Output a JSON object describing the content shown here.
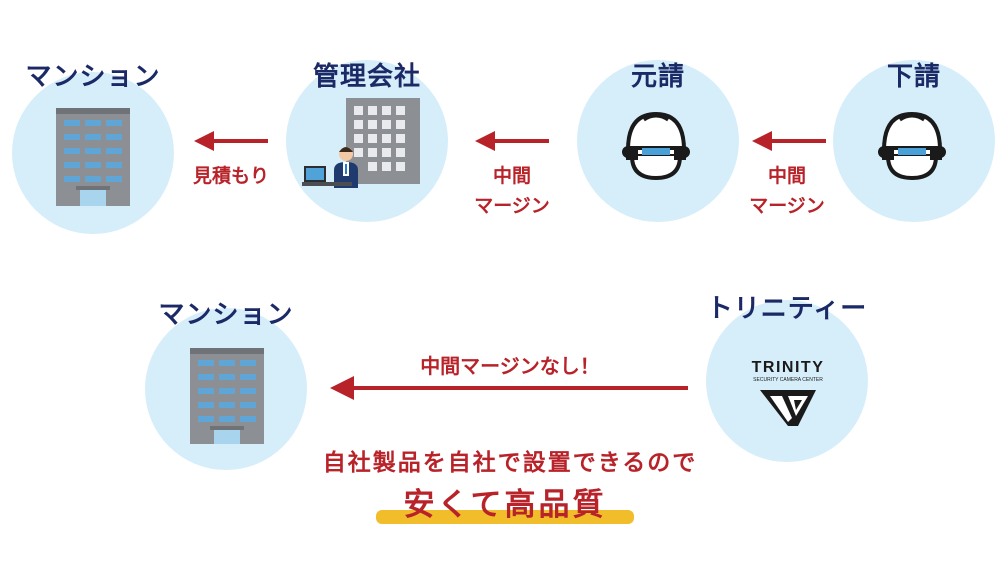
{
  "top_row": {
    "mansion": "マンション",
    "mgmt": "管理会社",
    "prime": "元請",
    "sub": "下請",
    "label_estimate": "見積もり",
    "label_margin1_l1": "中間",
    "label_margin1_l2": "マージン",
    "label_margin2_l1": "中間",
    "label_margin2_l2": "マージン"
  },
  "bottom_row": {
    "mansion": "マンション",
    "trinity": "トリニティー",
    "no_margin": "中間マージンなし！",
    "logo_word": "TRINITY",
    "logo_sub": "SECURITY CAMERA CENTER"
  },
  "tagline": {
    "line1": "自社製品を自社で設置できるので",
    "line2": "安くて高品質"
  },
  "colors": {
    "title": "#1b2a66",
    "accent_red": "#b8232a",
    "circle": "#d6eefa",
    "underline": "#f2bd2a"
  },
  "icons": [
    "building-icon",
    "office-worker-icon",
    "helmet-icon",
    "trinity-logo-icon",
    "arrow-left-icon"
  ]
}
